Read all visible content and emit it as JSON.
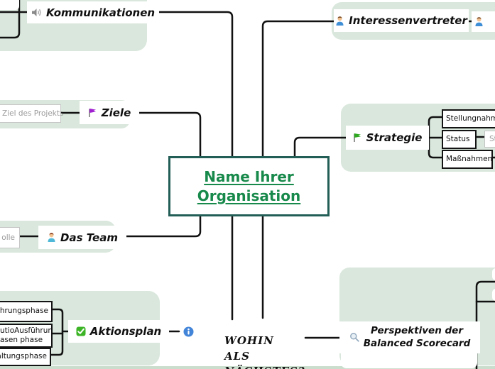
{
  "colors": {
    "boundary_green": "#d9e7dc",
    "bottom_band_green": "#cbdecd",
    "connector_black": "#111111",
    "central_text_green": "#17894a",
    "central_border_teal": "#235e56",
    "ghost_gray": "#9a9a9a",
    "info_blue": "#4285d8",
    "checkbox_green": "#3cb426",
    "flag_purple": "#a020d0",
    "flag_green": "#2faa20"
  },
  "central": {
    "label": "Name Ihrer\nOrganisation"
  },
  "topics": {
    "kommunikationen": {
      "label": "Kommunikationen",
      "icon": "speaker-icon"
    },
    "interessenvertreter": {
      "label": "Interessenvertreter",
      "icon": "person-icon"
    },
    "ziele": {
      "label": "Ziele",
      "icon": "flag-purple-icon",
      "ghost_label": "Ziel des Projekts"
    },
    "strategie": {
      "label": "Strategie",
      "icon": "flag-green-icon",
      "children": [
        "Stellungnahme",
        "Status",
        "Maßnahmen"
      ],
      "ghost_label": "Sta"
    },
    "das_team": {
      "label": "Das Team",
      "icon": "person-icon",
      "ghost_label": "olle"
    },
    "aktionsplan": {
      "label": "Aktionsplan",
      "icon": "checkbox-icon",
      "children": [
        "ührungsphase",
        "utioAusführun\nasen phase",
        "haltungsphase"
      ]
    },
    "wohin_als_naechstes": {
      "label": "WOHIN ALS\nNÄCHSTES?",
      "icon": "info-icon"
    },
    "perspektiven": {
      "label": "Perspektiven der\nBalanced Scorecard",
      "icon": "magnifier-icon"
    }
  }
}
